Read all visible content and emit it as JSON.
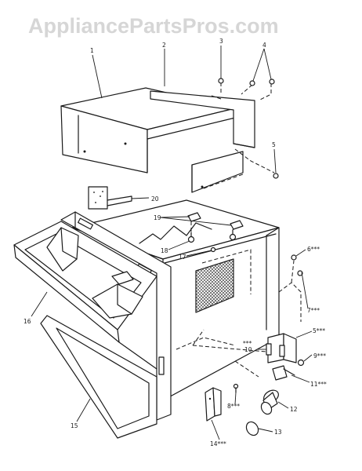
{
  "watermark": "AppliancePartsPros.com",
  "callouts": {
    "c1": "1",
    "c2": "2",
    "c3": "3",
    "c4": "4",
    "c5": "5",
    "c20": "20",
    "c19": "19",
    "c18": "18",
    "c17": "17",
    "c16": "16",
    "c15": "15",
    "c6": "6***",
    "c7": "7***",
    "c5b": "5***",
    "c10": "10",
    "c10s": "***",
    "c9": "9***",
    "c11": "11***",
    "c12": "12",
    "c8": "8***",
    "c13": "13",
    "c14": "14***"
  }
}
